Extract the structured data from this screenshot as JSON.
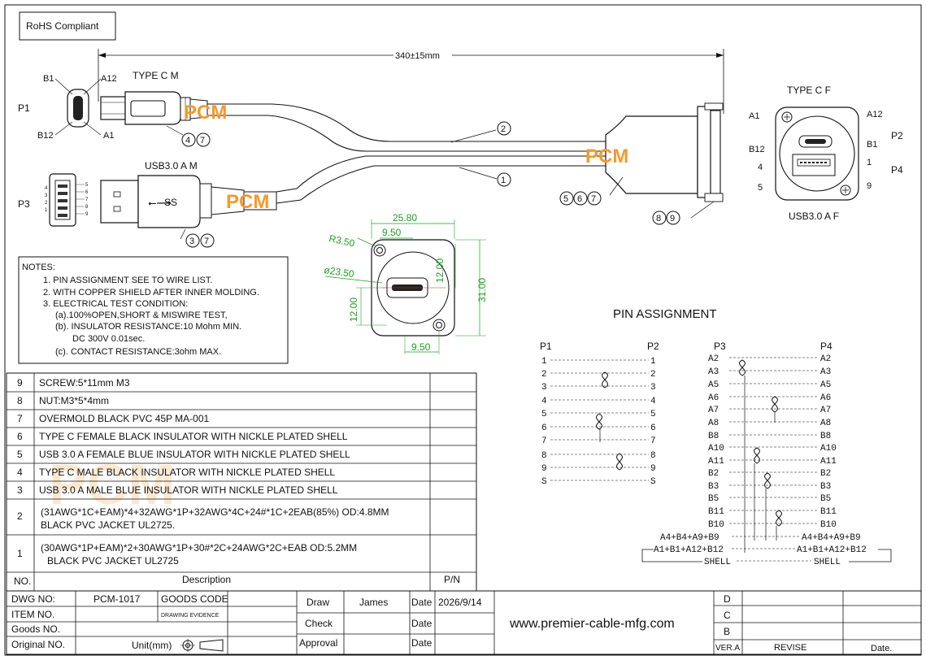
{
  "rohs": "RoHS Compliant",
  "dimension": "340±15mm",
  "p1": {
    "label": "P1",
    "title": "TYPE C M",
    "b1": "B1",
    "a12": "A12",
    "b12": "B12",
    "a1": "A1"
  },
  "p2": {
    "label": "P2",
    "title": "TYPE C F",
    "a1": "A1",
    "a12": "A12",
    "b12": "B12",
    "b1": "B1"
  },
  "p3": {
    "label": "P3",
    "title": "USB3.0 A M",
    "pins_left": [
      "4",
      "3",
      "2",
      "1"
    ],
    "pins_right": [
      "5",
      "6",
      "7",
      "8",
      "9"
    ]
  },
  "p4": {
    "label": "P4",
    "title": "USB3.0 A F",
    "p4": "4",
    "p5": "5",
    "p1": "1",
    "p9": "9"
  },
  "callouts": {
    "one": "1",
    "two": "2",
    "three": "3",
    "four": "4",
    "five": "5",
    "six": "6",
    "seven": "7",
    "eight": "8",
    "nine": "9"
  },
  "watermark": "PCM",
  "panel": {
    "w": "25.80",
    "pitch": "9.50",
    "radius": "R3.50",
    "dia": "ø23.50",
    "v12": "12.00",
    "h31": "31.00",
    "hl": "12.00",
    "bottom": "9.50"
  },
  "notes": {
    "title": "NOTES:",
    "lines": [
      "1. PIN ASSIGNMENT SEE TO WIRE LIST.",
      "2. WITH COPPER SHIELD AFTER INNER MOLDING.",
      "3. ELECTRICAL TEST CONDITION:",
      "(a).100%OPEN,SHORT & MISWIRE TEST,",
      "(b). INSULATOR RESISTANCE:10 Mohm MIN.",
      "DC 300V 0.01sec.",
      "(c). CONTACT RESISTANCE:3ohm MAX."
    ]
  },
  "bom": {
    "rows": [
      {
        "no": "9",
        "desc": "SCREW:5*11mm  M3"
      },
      {
        "no": "8",
        "desc": "NUT:M3*5*4mm"
      },
      {
        "no": "7",
        "desc": "OVERMOLD BLACK PVC 45P MA-001"
      },
      {
        "no": "6",
        "desc": "TYPE C FEMALE  BLACK INSULATOR WITH NICKLE PLATED SHELL"
      },
      {
        "no": "5",
        "desc": "USB 3.0 A FEMALE  BLUE INSULATOR WITH NICKLE PLATED SHELL"
      },
      {
        "no": "4",
        "desc": "TYPE C MALE  BLACK INSULATOR WITH NICKLE PLATED SHELL"
      },
      {
        "no": "3",
        "desc": "USB 3.0 A MALE  BLUE INSULATOR WITH NICKLE PLATED SHELL"
      },
      {
        "no": "2",
        "desc": "(31AWG*1C+EAM)*4+32AWG*1P+32AWG*4C+24#*1C+2EAB(85%)  OD:4.8MM",
        "desc2": "BLACK PVC JACKET UL2725."
      },
      {
        "no": "1",
        "desc": "(30AWG*1P+EAM)*2+30AWG*1P+30#*2C+24AWG*2C+EAB  OD:5.2MM",
        "desc2": "BLACK PVC JACKET UL2725"
      }
    ],
    "h_no": "NO.",
    "h_desc": "Description",
    "h_pn": "P/N"
  },
  "title_block": {
    "dwg_no_label": "DWG NO:",
    "dwg_no": "PCM-1017",
    "goods_code": "GOODS CODE",
    "item_no": "ITEM NO.",
    "drawing_evidence": "DRAWING EVIDENCE",
    "goods_no": "Goods NO.",
    "original_no": "Original NO.",
    "unit": "Unit(mm)",
    "draw": "Draw",
    "drawer": "James",
    "date": "Date",
    "draw_date": "2026/9/14",
    "check": "Check",
    "approval": "Approval",
    "website": "www.premier-cable-mfg.com",
    "rev_d": "D",
    "rev_c": "C",
    "rev_b": "B",
    "ver": "VER.A",
    "revise": "REVISE",
    "rev_date": "Date."
  },
  "pin_assignment": {
    "title": "PIN ASSIGNMENT",
    "h_p1": "P1",
    "h_p2": "P2",
    "h_p3": "P3",
    "h_p4": "P4",
    "left": [
      {
        "a": "1",
        "b": "1"
      },
      {
        "a": "2",
        "b": "2"
      },
      {
        "a": "3",
        "b": "3"
      },
      {
        "a": "4",
        "b": "4"
      },
      {
        "a": "5",
        "b": "5"
      },
      {
        "a": "6",
        "b": "6"
      },
      {
        "a": "7",
        "b": "7"
      },
      {
        "a": "8",
        "b": "8"
      },
      {
        "a": "9",
        "b": "9"
      },
      {
        "a": "S",
        "b": "S"
      }
    ],
    "right": [
      {
        "a": "A2",
        "b": "A2"
      },
      {
        "a": "A3",
        "b": "A3"
      },
      {
        "a": "A5",
        "b": "A5"
      },
      {
        "a": "A6",
        "b": "A6"
      },
      {
        "a": "A7",
        "b": "A7"
      },
      {
        "a": "A8",
        "b": "A8"
      },
      {
        "a": "B8",
        "b": "B8"
      },
      {
        "a": "A10",
        "b": "A10"
      },
      {
        "a": "A11",
        "b": "A11"
      },
      {
        "a": "B2",
        "b": "B2"
      },
      {
        "a": "B3",
        "b": "B3"
      },
      {
        "a": "B5",
        "b": "B5"
      },
      {
        "a": "B11",
        "b": "B11"
      },
      {
        "a": "B10",
        "b": "B10"
      }
    ],
    "gnd": "A4+B4+A9+B9",
    "vbus": "A1+B1+A12+B12",
    "shell": "SHELL"
  }
}
